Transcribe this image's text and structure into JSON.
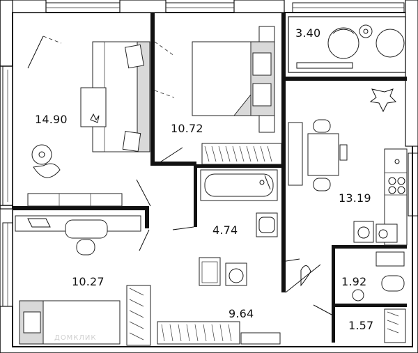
{
  "rooms": [
    {
      "id": "living-room",
      "area": "14.90"
    },
    {
      "id": "bedroom",
      "area": "10.72"
    },
    {
      "id": "balcony",
      "area": "3.40"
    },
    {
      "id": "bathroom",
      "area": "4.74"
    },
    {
      "id": "kitchen",
      "area": "13.19"
    },
    {
      "id": "kids-room",
      "area": "10.27"
    },
    {
      "id": "toilet",
      "area": "1.92"
    },
    {
      "id": "hallway",
      "area": "9.64"
    },
    {
      "id": "storage",
      "area": "1.57"
    }
  ],
  "watermark": "ДОМКЛИК"
}
